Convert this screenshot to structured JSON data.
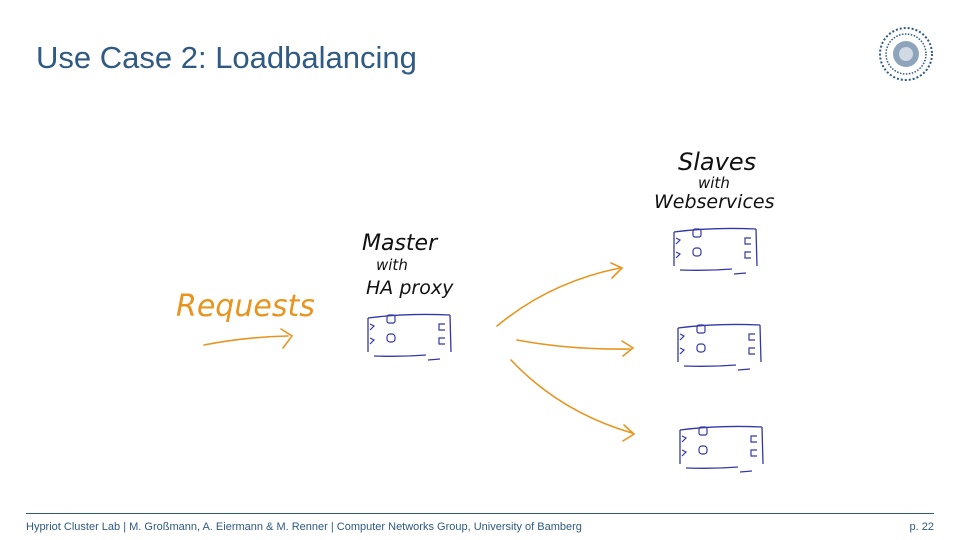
{
  "slide": {
    "title": "Use Case 2: Loadbalancing",
    "footer": "Hypriot Cluster Lab | M. Großmann, A. Eiermann & M. Renner | Computer Networks Group, University of Bamberg",
    "page": "p. 22"
  },
  "diagram": {
    "requests_label": "Requests",
    "master": {
      "title": "Master",
      "line2": "with",
      "line3": "HA proxy"
    },
    "slaves": {
      "title": "Slaves",
      "line2": "with",
      "line3": "Webservices"
    },
    "colors": {
      "ink_orange": "#e8951f",
      "ink_blue": "#3438a6",
      "ink_black": "#111111",
      "title_blue": "#2f5a83"
    }
  }
}
